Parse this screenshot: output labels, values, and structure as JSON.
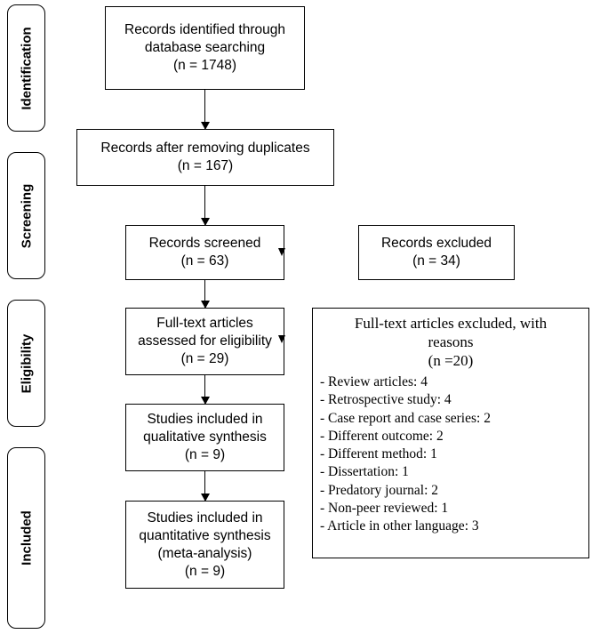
{
  "stages": {
    "identification": "Identification",
    "screening": "Screening",
    "eligibility": "Eligibility",
    "included": "Included"
  },
  "boxes": {
    "identified": {
      "line1": "Records identified through",
      "line2": "database searching",
      "line3": "(n = 1748)"
    },
    "after_duplicates": {
      "line1": "Records after removing duplicates",
      "line2": "(n = 167)"
    },
    "screened": {
      "line1": "Records screened",
      "line2": "(n = 63)"
    },
    "excluded": {
      "line1": "Records excluded",
      "line2": "(n = 34)"
    },
    "fulltext": {
      "line1": "Full-text articles",
      "line2": "assessed for eligibility",
      "line3": "(n = 29)"
    },
    "qualitative": {
      "line1": "Studies included in",
      "line2": "qualitative synthesis",
      "line3": "(n = 9)"
    },
    "quantitative": {
      "line1": "Studies included in",
      "line2": "quantitative synthesis",
      "line3": "(meta-analysis)",
      "line4": "(n = 9)"
    }
  },
  "fulltext_excluded": {
    "head1": "Full-text articles excluded, with",
    "head2": "reasons",
    "head3": "(n =20)",
    "reasons": [
      "- Review articles: 4",
      "- Retrospective study: 4",
      "- Case report and case series: 2",
      "- Different outcome: 2",
      "- Different method: 1",
      "- Dissertation: 1",
      "- Predatory journal: 2",
      "- Non-peer reviewed: 1",
      "- Article in other language: 3"
    ]
  }
}
